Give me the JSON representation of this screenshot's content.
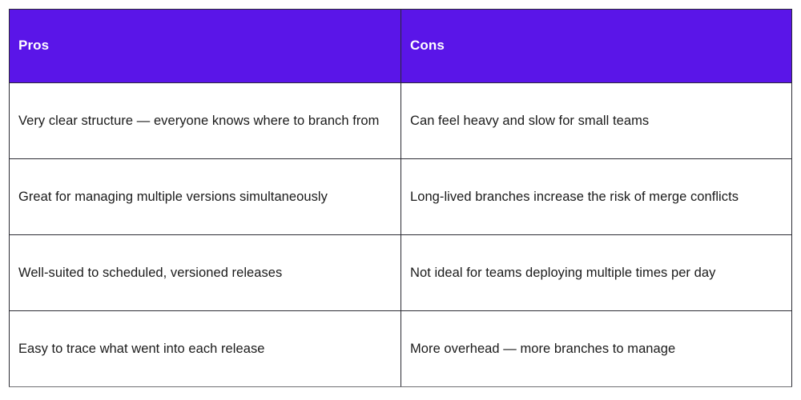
{
  "table": {
    "headers": [
      {
        "label": "Pros"
      },
      {
        "label": "Cons"
      }
    ],
    "rows": [
      {
        "pros": "Very clear structure — everyone knows where to branch from",
        "cons": "Can feel heavy and slow for small teams"
      },
      {
        "pros": "Great for managing multiple versions simultaneously",
        "cons": "Long-lived branches increase the risk of merge conflicts"
      },
      {
        "pros": "Well-suited to scheduled, versioned releases",
        "cons": "Not ideal for teams deploying multiple times per day"
      },
      {
        "pros": "Easy to trace what went into each release",
        "cons": "More overhead — more branches to manage"
      }
    ],
    "colors": {
      "header_background": "#5a15e8",
      "header_text": "#ffffff",
      "border": "#2b2b33",
      "body_text": "#1b1b1b",
      "background": "#ffffff"
    }
  }
}
